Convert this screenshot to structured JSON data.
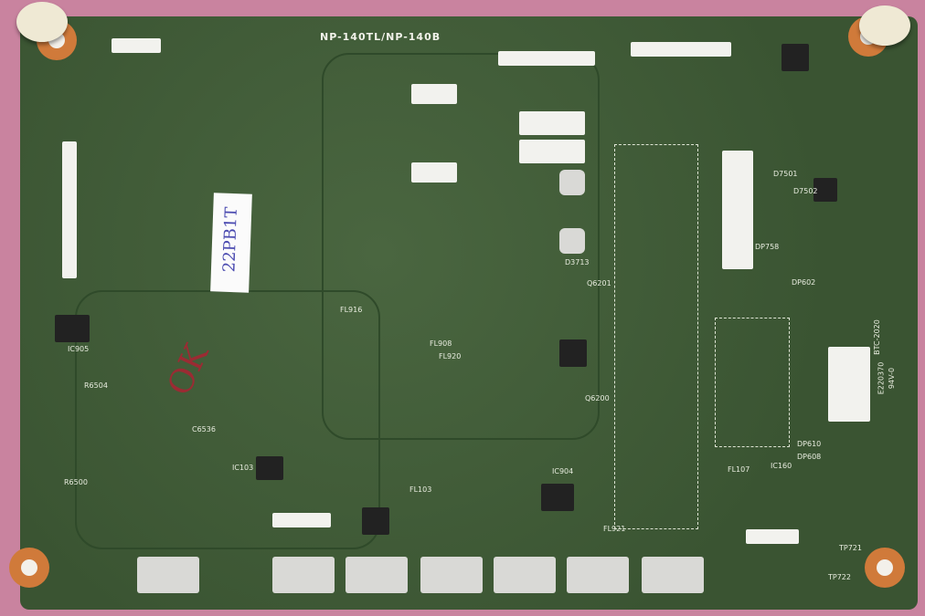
{
  "board": {
    "model_label": "NP-140TL/NP-140B",
    "sticker_text": "22PB1T",
    "handwritten_mark": "OK",
    "colors": {
      "board": "#3f5a36",
      "background": "#c9839f",
      "silkscreen": "#e8ecdf",
      "pads": "#d9d9d6"
    },
    "silkscreen_labels": [
      "IC905",
      "IC103",
      "IC160",
      "IC904",
      "D7501",
      "D7502",
      "D3713",
      "Q6200",
      "Q6201",
      "FL908",
      "FL916",
      "FL920",
      "FL921",
      "FL103",
      "FL107",
      "DP602",
      "DP610",
      "DP608",
      "DP758",
      "TP721",
      "TP722",
      "R6500",
      "R6504",
      "C6536",
      "BTC-2020",
      "E220370",
      "94V-0"
    ]
  }
}
